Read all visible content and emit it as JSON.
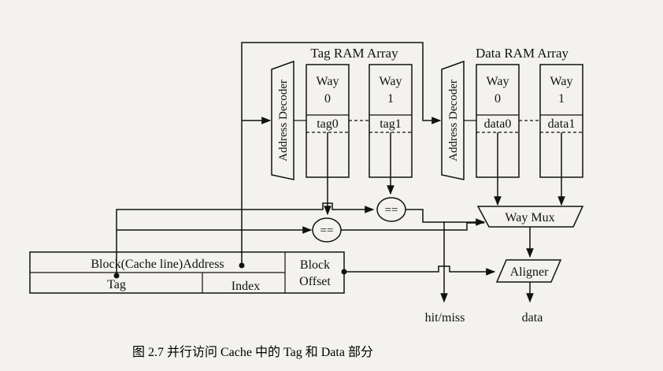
{
  "tag_ram_title": "Tag RAM Array",
  "data_ram_title": "Data RAM Array",
  "decoder_label": "Address Decoder",
  "tag_ways": [
    {
      "way": "Way",
      "num": "0",
      "tag": "tag0"
    },
    {
      "way": "Way",
      "num": "1",
      "tag": "tag1"
    }
  ],
  "data_ways": [
    {
      "way": "Way",
      "num": "0",
      "data": "data0"
    },
    {
      "way": "Way",
      "num": "1",
      "data": "data1"
    }
  ],
  "comparator_label": "==",
  "mux_label": "Way Mux",
  "aligner_label": "Aligner",
  "address": {
    "block_address": "Block(Cache line)Address",
    "tag": "Tag",
    "index": "Index",
    "block_offset_line1": "Block",
    "block_offset_line2": "Offset"
  },
  "outputs": {
    "hit_miss": "hit/miss",
    "data": "data"
  },
  "caption": "图 2.7   并行访问 Cache 中的 Tag 和 Data 部分"
}
